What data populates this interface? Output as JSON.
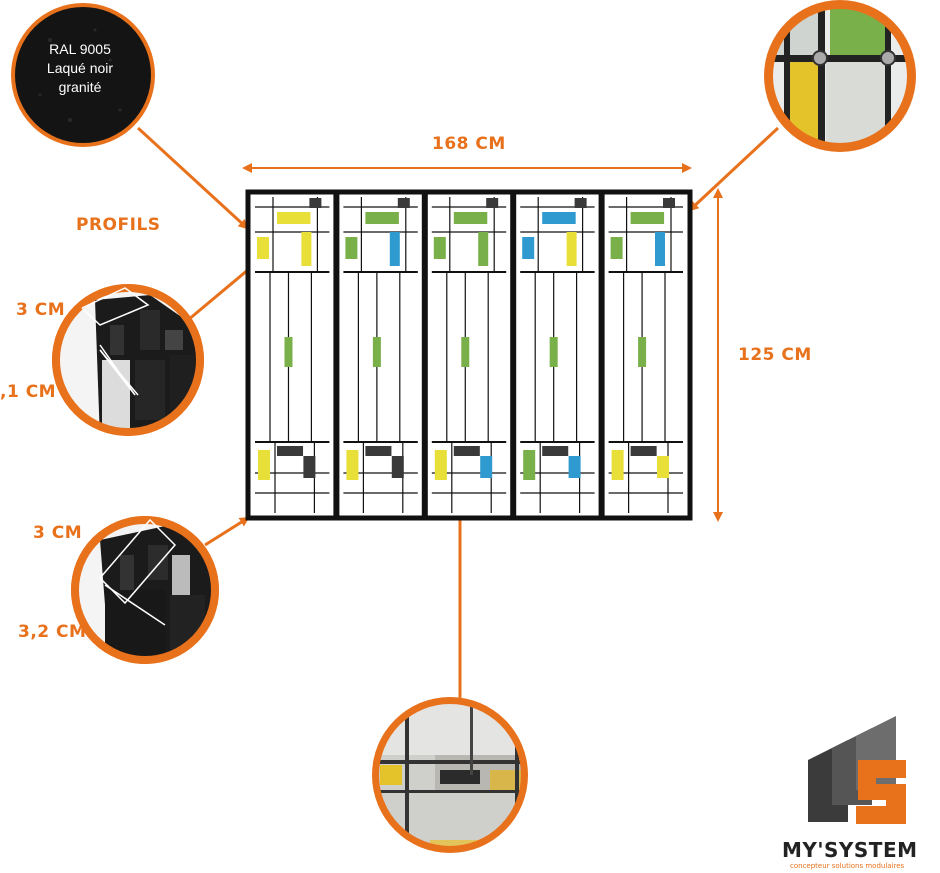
{
  "swatch": {
    "ral_code": "RAL 9005",
    "finish_line1": "Laqué noir",
    "finish_line2": "granité"
  },
  "dimensions": {
    "width_label": "168 CM",
    "height_label": "125 CM"
  },
  "profiles": {
    "title": "PROFILS",
    "upper": {
      "depth": "3 CM",
      "height": ",1 CM"
    },
    "lower": {
      "depth": "3 CM",
      "height": "3,2 CM"
    }
  },
  "brand": {
    "name": "MY'SYSTEM",
    "tagline": "concepteur solutions modulaires"
  },
  "colors": {
    "accent": "#e8711c",
    "frame": "#111111",
    "glass_yellow": "#e8e038",
    "glass_green": "#7ab04a",
    "glass_blue": "#2f9ad0",
    "glass_dark": "#3a3a3a"
  },
  "panel_count": 5
}
